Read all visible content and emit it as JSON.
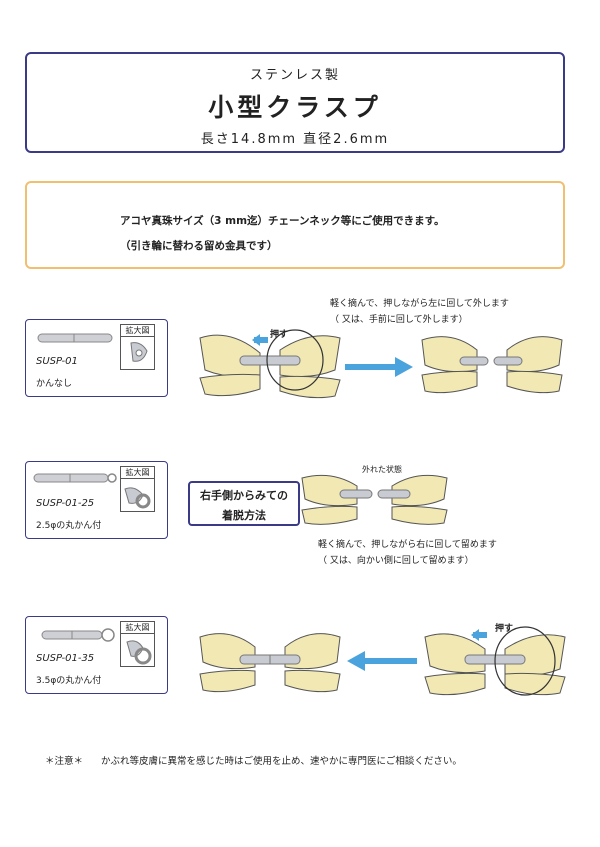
{
  "title": {
    "subtitle": "ステンレス製",
    "main": "小型クラスプ",
    "spec": "長さ14.8mm 直径2.6mm"
  },
  "note": {
    "line1": "アコヤ真珠サイズ（3 mm迄）チェーンネック等にご使用できます。",
    "line2": "（引き輪に替わる留め金具です）"
  },
  "products": [
    {
      "code": "SUSP-01",
      "desc": "かんなし",
      "zoom_label": "拡大図"
    },
    {
      "code": "SUSP-01-25",
      "desc": "2.5φの丸かん付",
      "zoom_label": "拡大図"
    },
    {
      "code": "SUSP-01-35",
      "desc": "3.5φの丸かん付",
      "zoom_label": "拡大図"
    }
  ],
  "instructions": {
    "remove_line1": "軽く摘んで、押しながら左に回して外します",
    "remove_line2": "（ 又は、手前に回して外します）",
    "attach_line1": "軽く摘んで、押しながら右に回して留めます",
    "attach_line2": "（ 又は、向かい側に回して留めます）",
    "push_label_1": "押す",
    "push_label_2": "押す",
    "detached_label": "外れた状態",
    "method_line1": "右手側からみての",
    "method_line2": "着脱方法"
  },
  "footer": {
    "mark": "＊注意＊",
    "text": "かぶれ等皮膚に異常を感じた時はご使用を止め、速やかに専門医にご相談ください。"
  },
  "colors": {
    "frame": "#3a3a86",
    "note_border": "#f0c070",
    "arrow": "#4aa3dc",
    "skin": "#f1e8b4"
  }
}
